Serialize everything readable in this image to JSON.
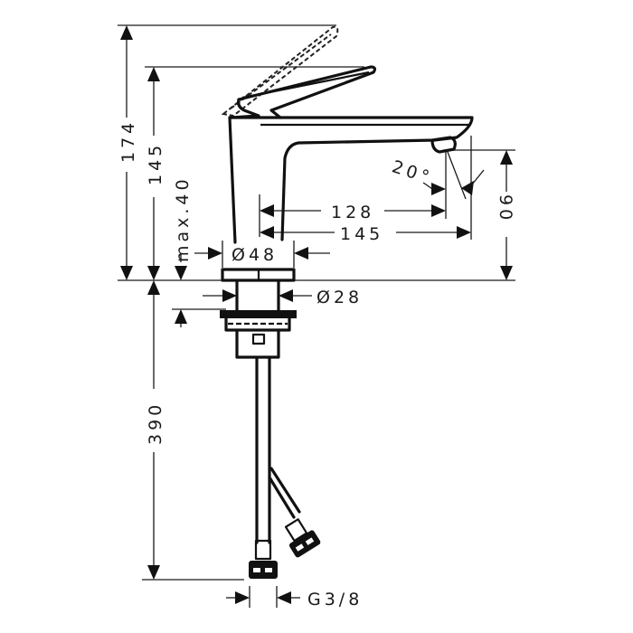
{
  "drawing": {
    "title": "Basin mixer faucet dimensional drawing",
    "units": "mm",
    "colors": {
      "line": "#111111",
      "background": "#ffffff"
    }
  },
  "dimensions": {
    "total_height_lever_open": "174",
    "height_lever_closed": "145",
    "max_counter_thickness": "max.40",
    "spout_height": "90",
    "spout_angle": "20°",
    "spout_reach_inner": "128",
    "spout_reach_outer": "145",
    "base_diameter": "Ø48",
    "shank_diameter": "Ø28",
    "hose_length": "390",
    "connection_thread": "G3/8"
  }
}
